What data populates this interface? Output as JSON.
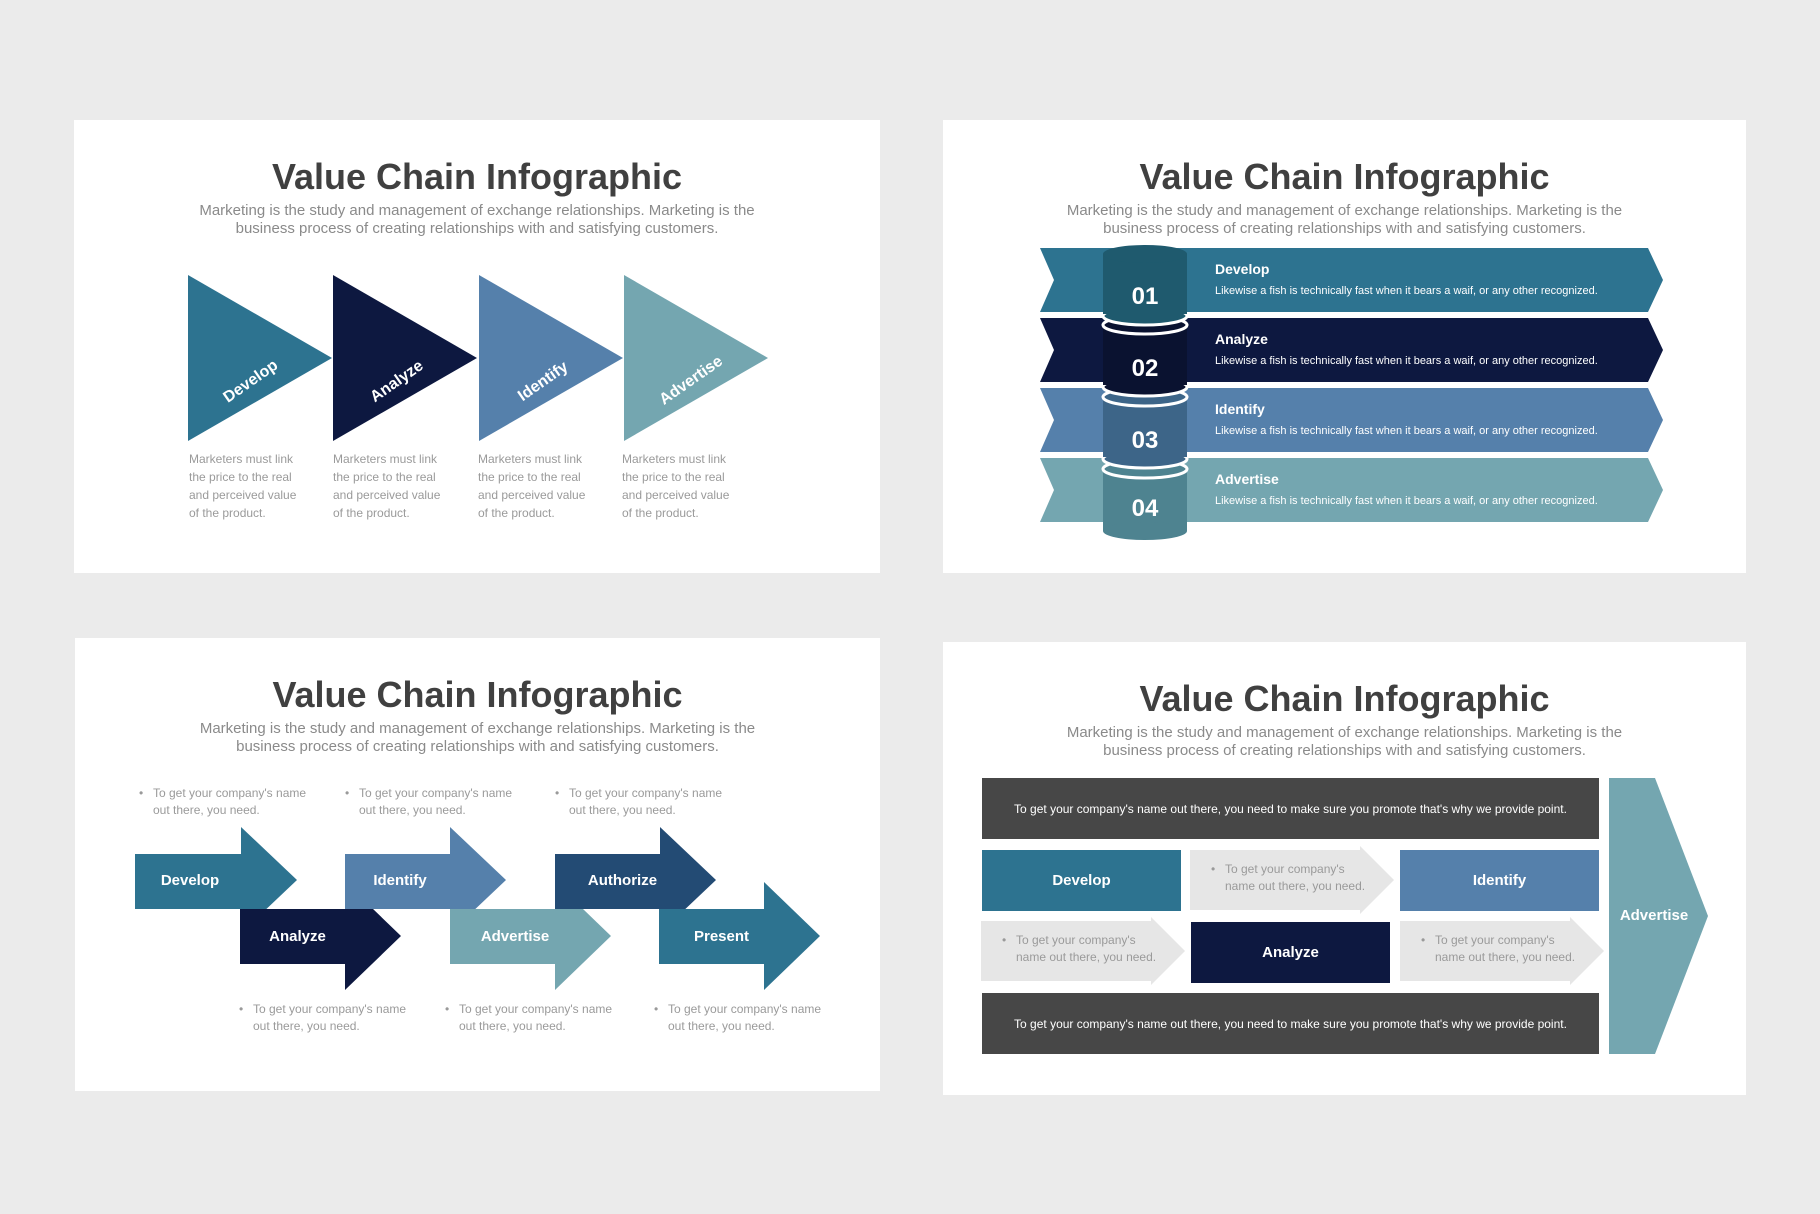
{
  "colors": {
    "teal": "#2d7390",
    "navy": "#0d1840",
    "blue": "#5580ab",
    "sage": "#74a6b0",
    "dark_blue": "#234b74",
    "charcoal": "#474747",
    "light_grey": "#e6e6e6"
  },
  "slide1": {
    "title": "Value Chain Infographic",
    "subtitle": "Marketing is the study and management of exchange relationships. Marketing is the business process of creating relationships with and satisfying customers.",
    "steps": [
      {
        "label": "Develop",
        "desc": "Marketers must link the price to the real and perceived value of the product."
      },
      {
        "label": "Analyze",
        "desc": "Marketers must link the price to the real and perceived value of the product."
      },
      {
        "label": "Identify",
        "desc": "Marketers must link the price to the real and perceived value of the product."
      },
      {
        "label": "Advertise",
        "desc": "Marketers must link the price to the real and perceived value of the product."
      }
    ]
  },
  "slide2": {
    "title": "Value Chain Infographic",
    "subtitle": "Marketing is the study and management of exchange relationships. Marketing is the business process of creating relationships with and satisfying customers.",
    "rows": [
      {
        "num": "01",
        "label": "Develop",
        "text": "Likewise a fish is technically fast when it bears a waif, or any other recognized."
      },
      {
        "num": "02",
        "label": "Analyze",
        "text": "Likewise a fish is technically fast when it bears a waif, or any other recognized."
      },
      {
        "num": "03",
        "label": "Identify",
        "text": "Likewise a fish is technically fast when it bears a waif, or any other recognized."
      },
      {
        "num": "04",
        "label": "Advertise",
        "text": "Likewise a fish is technically fast when it bears a waif, or any other recognized."
      }
    ]
  },
  "slide3": {
    "title": "Value Chain Infographic",
    "subtitle": "Marketing is the study and management of exchange relationships. Marketing is the business process of creating relationships with and satisfying customers.",
    "arrows": [
      "Develop",
      "Analyze",
      "Identify",
      "Advertise",
      "Authorize",
      "Present"
    ],
    "bullet_top": [
      "To get your company's name out there, you need.",
      "To get your company's name out there, you need.",
      "To get your company's name out there, you need."
    ],
    "bullet_bottom": [
      "To get your company's name out there, you need.",
      "To get your company's name out there, you need.",
      "To get your company's name out there, you need."
    ],
    "bullet_char": "•"
  },
  "slide4": {
    "title": "Value Chain Infographic",
    "subtitle": "Marketing is the study and management of exchange relationships. Marketing is the business process of creating relationships with and satisfying customers.",
    "top_bar": "To get your company's name out there, you need to make sure you promote that's why we provide point.",
    "bottom_bar": "To get your company's name out there, you need to make sure you promote that's why we provide point.",
    "develop": "Develop",
    "identify": "Identify",
    "analyze": "Analyze",
    "advertise": "Advertise",
    "grey_arrows": [
      "To get your company's name out there, you need.",
      "To get your company's name out there, you need.",
      "To get your company's name out there, you need."
    ],
    "bullet_char": "•"
  }
}
